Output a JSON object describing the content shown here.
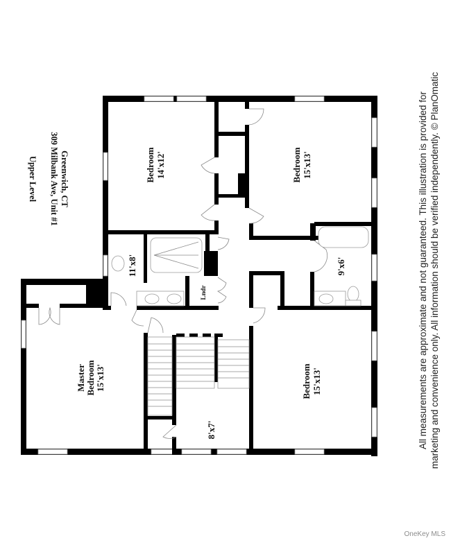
{
  "title": {
    "level": "Upper Level",
    "address_line1": "309 Milbank Ave, Unit #1",
    "address_line2": "Greenwich, CT"
  },
  "rooms": [
    {
      "id": "bedroom-1",
      "name": "Bedroom",
      "size": "14'x12'"
    },
    {
      "id": "bedroom-2",
      "name": "Bedroom",
      "size": "15'x13'"
    },
    {
      "id": "bath-master",
      "name": "",
      "size": "11'x8'"
    },
    {
      "id": "laundry",
      "name": "Lndr",
      "size": ""
    },
    {
      "id": "bath-2",
      "name": "",
      "size": "9'x6'"
    },
    {
      "id": "master-bedroom",
      "name_line1": "Master",
      "name_line2": "Bedroom",
      "size": "15'x13'"
    },
    {
      "id": "landing",
      "name": "",
      "size": "8'x7'"
    },
    {
      "id": "bedroom-3",
      "name": "Bedroom",
      "size": "15'x13'"
    }
  ],
  "disclaimer": {
    "line1": "All measurements are approximate and not guaranteed. This illustration is provided for",
    "line2": "marketing and convenience only. All information should be verified independently. © PlanOmatic"
  },
  "watermark": "OneKey MLS",
  "colors": {
    "wall": "#000000",
    "background": "#ffffff",
    "fixture": "#9a9a9a"
  }
}
